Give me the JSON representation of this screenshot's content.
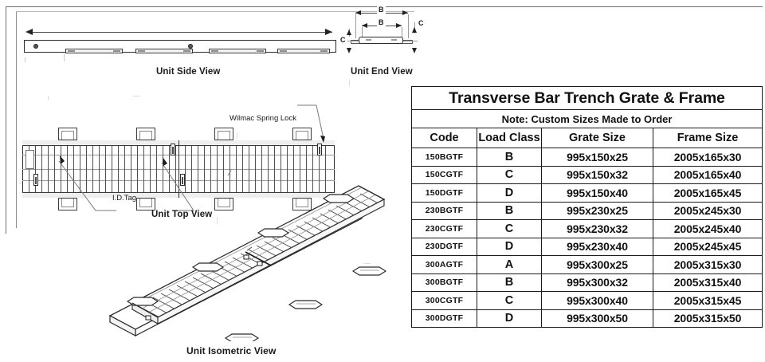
{
  "drawing": {
    "views": [
      {
        "id": "side",
        "label": "Unit Side View"
      },
      {
        "id": "end",
        "label": "Unit End View"
      },
      {
        "id": "top",
        "label": "Unit Top View"
      },
      {
        "id": "iso",
        "label": "Unit Isometric View"
      }
    ],
    "callouts": {
      "spring_lock": "Wilmac Spring Lock",
      "id_tag": "I.D.Tag"
    },
    "dimensions": {
      "end_view_width_outer": "B",
      "end_view_width_inner": "B",
      "end_view_height_left": "C",
      "end_view_height_right": "C"
    }
  },
  "table": {
    "title": "Transverse Bar Trench Grate & Frame",
    "note": "Note: Custom Sizes Made to Order",
    "columns": [
      "Code",
      "Load Class",
      "Grate Size",
      "Frame Size"
    ],
    "rows": [
      {
        "code": "150BGTF",
        "load_class": "B",
        "grate_size": "995x150x25",
        "frame_size": "2005x165x30"
      },
      {
        "code": "150CGTF",
        "load_class": "C",
        "grate_size": "995x150x32",
        "frame_size": "2005x165x40"
      },
      {
        "code": "150DGTF",
        "load_class": "D",
        "grate_size": "995x150x40",
        "frame_size": "2005x165x45"
      },
      {
        "code": "230BGTF",
        "load_class": "B",
        "grate_size": "995x230x25",
        "frame_size": "2005x245x30"
      },
      {
        "code": "230CGTF",
        "load_class": "C",
        "grate_size": "995x230x32",
        "frame_size": "2005x245x40"
      },
      {
        "code": "230DGTF",
        "load_class": "D",
        "grate_size": "995x230x40",
        "frame_size": "2005x245x45"
      },
      {
        "code": "300AGTF",
        "load_class": "A",
        "grate_size": "995x300x25",
        "frame_size": "2005x315x30"
      },
      {
        "code": "300BGTF",
        "load_class": "B",
        "grate_size": "995x300x32",
        "frame_size": "2005x315x40"
      },
      {
        "code": "300CGTF",
        "load_class": "C",
        "grate_size": "995x300x40",
        "frame_size": "2005x315x45"
      },
      {
        "code": "300DGTF",
        "load_class": "D",
        "grate_size": "995x300x50",
        "frame_size": "2005x315x50"
      }
    ]
  },
  "colors": {
    "ink": "#1c1c1c",
    "line": "#3a3a3a",
    "frame": "#6e6e6e",
    "paper": "#ffffff"
  }
}
